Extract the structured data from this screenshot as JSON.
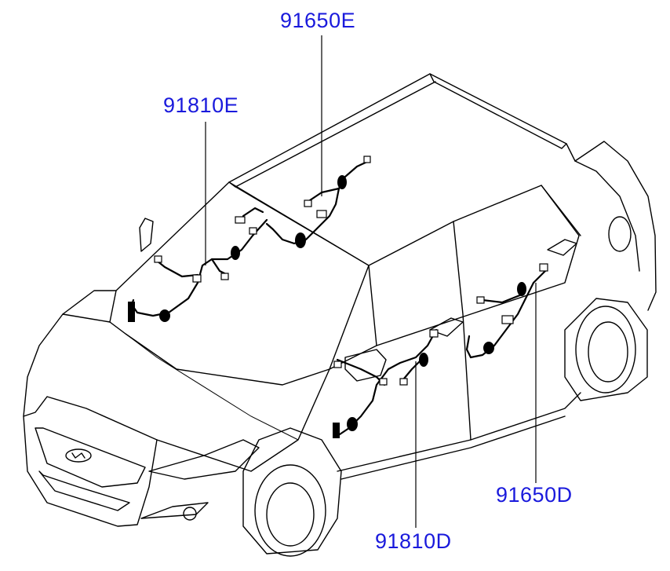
{
  "callouts": {
    "roof_harness": "91650E",
    "front_door_harness_upper": "91810E",
    "rear_door_harness": "91650D",
    "front_door_harness_lower": "91810D"
  },
  "colors": {
    "label": "#1a1adc",
    "line": "#000000",
    "background": "#ffffff"
  }
}
